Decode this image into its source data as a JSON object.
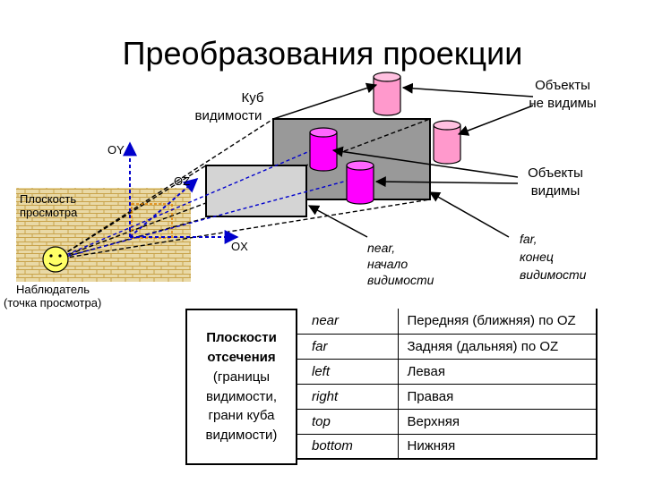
{
  "title": "Преобразования проекции",
  "labels": {
    "cube_line1": "Куб",
    "cube_line2": "видимости",
    "invisible_line1": "Объекты",
    "invisible_line2": "не видимы",
    "visible_line1": "Объекты",
    "visible_line2": "видимы",
    "axis_y": "OY",
    "axis_z": "OZ",
    "axis_x": "OX",
    "plane_line1": "Плоскость",
    "plane_line2": "просмотра",
    "observer_line1": "Наблюдатель",
    "observer_line2": "(точка просмотра)",
    "near_line1": "near,",
    "near_line2": "начало",
    "near_line3": "видимости",
    "far_line1": "far,",
    "far_line2": "конец",
    "far_line3": "видимости"
  },
  "clipping": {
    "line1": "Плоскости",
    "line2": "отсечения",
    "line3": "(границы",
    "line4": "видимости,",
    "line5": "грани куба",
    "line6": "видимости)"
  },
  "planes": [
    {
      "key": "near",
      "value": "Передняя (ближняя) по OZ"
    },
    {
      "key": "far",
      "value": "Задняя (дальняя) по OZ"
    },
    {
      "key": "left",
      "value": "Левая"
    },
    {
      "key": "right",
      "value": "Правая"
    },
    {
      "key": "top",
      "value": "Верхняя"
    },
    {
      "key": "bottom",
      "value": "Нижняя"
    }
  ],
  "colors": {
    "far_plane": "#999999",
    "near_plane": "#d4d4d4",
    "cylinder_visible": "#ff00ff",
    "cylinder_invisible": "#ff99cc",
    "brick": "#e9d9a6",
    "observer_face": "#ffff66",
    "axis": "#0000cc"
  }
}
